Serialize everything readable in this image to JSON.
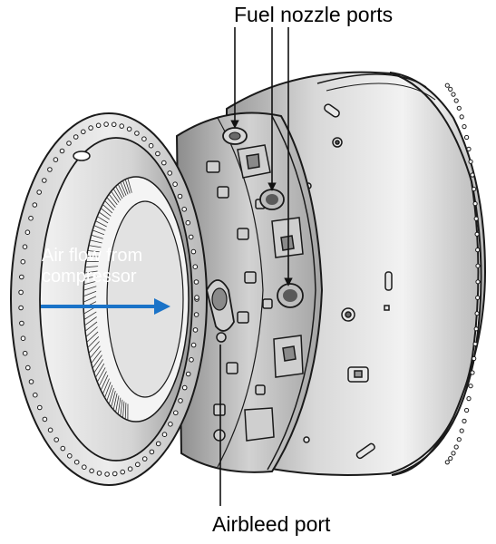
{
  "labels": {
    "fuel_nozzle_ports": "Fuel nozzle ports",
    "air_flow_line1": "Air flow from",
    "air_flow_line2": "compressor",
    "airbleed_port": "Airbleed port"
  },
  "colors": {
    "outline": "#1a1a1a",
    "metal_light": "#e6e6e6",
    "metal_mid": "#c9c9c9",
    "metal_dark": "#8e8e8e",
    "flow_arrow": "#1a73c8",
    "flow_text": "#ffffff"
  },
  "icons": {
    "flow_arrow": "arrow-right-icon"
  }
}
